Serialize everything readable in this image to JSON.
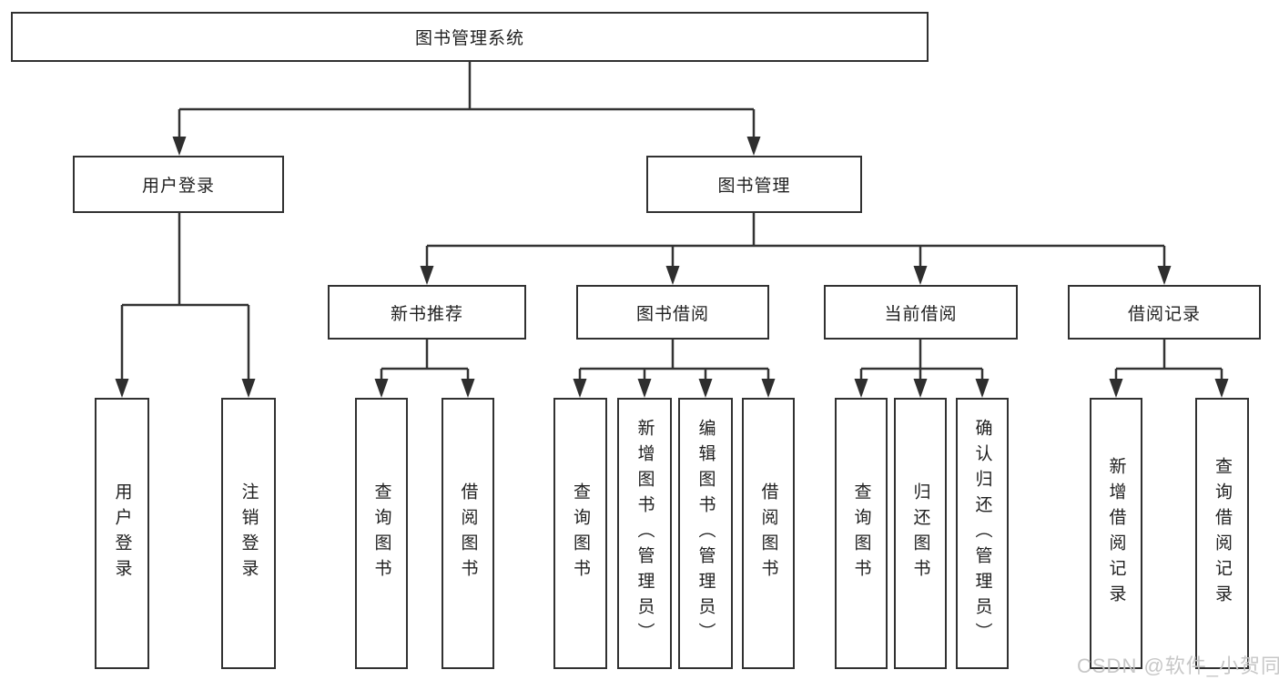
{
  "diagram": {
    "title": "图书管理系统",
    "root": {
      "label": "图书管理系统"
    },
    "level2": [
      {
        "label": "用户登录"
      },
      {
        "label": "图书管理"
      }
    ],
    "level3": [
      {
        "label": "新书推荐"
      },
      {
        "label": "图书借阅"
      },
      {
        "label": "当前借阅"
      },
      {
        "label": "借阅记录"
      }
    ],
    "leaves": {
      "user": [
        "用户登录",
        "注销登录"
      ],
      "recommend": [
        "查询图书",
        "借阅图书"
      ],
      "borrow": [
        "查询图书",
        "新增图书（管理员）",
        "编辑图书（管理员）",
        "借阅图书"
      ],
      "current": [
        "查询图书",
        "归还图书",
        "确认归还（管理员）"
      ],
      "records": [
        "新增借阅记录",
        "查询借阅记录"
      ]
    }
  },
  "watermark": {
    "text": "CSDN @软件_小贺同学"
  },
  "colors": {
    "line": "#333333",
    "border": "#313131",
    "text": "#212121",
    "background": "#ffffff",
    "watermark": "#c4c4c4"
  }
}
